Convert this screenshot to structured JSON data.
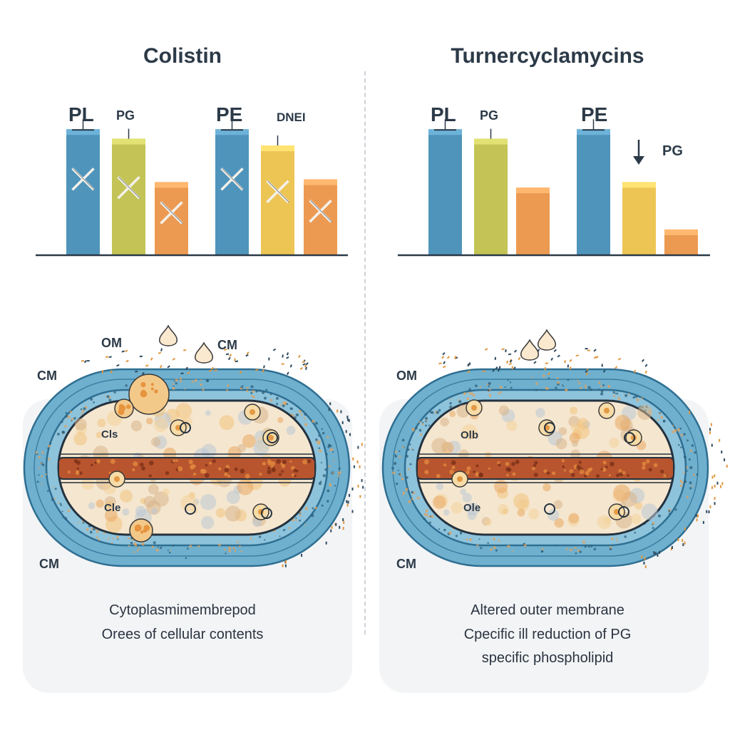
{
  "colors": {
    "blue": "#4f94bb",
    "green": "#c3c455",
    "orange": "#ec9a52",
    "yellow": "#edc555",
    "membrane": "#6fb0cf",
    "cytoplasm": "#f5e6cf",
    "band": "#b8552e"
  },
  "left": {
    "title": "Colistin",
    "chart_data": {
      "type": "bar",
      "labels": [
        "PL",
        "PG",
        "PE",
        "DNEI"
      ],
      "marks": "x-on-bars",
      "bars": [
        {
          "color": "blue",
          "value": 0.93,
          "crossed": true
        },
        {
          "color": "green",
          "value": 0.86,
          "crossed": true
        },
        {
          "color": "orange",
          "value": 0.54,
          "crossed": true
        },
        {
          "color": "blue",
          "value": 0.93,
          "crossed": true
        },
        {
          "color": "yellow",
          "value": 0.81,
          "crossed": true
        },
        {
          "color": "orange",
          "value": 0.56,
          "crossed": true
        }
      ]
    },
    "cell": {
      "label_om": "OM",
      "label_cm_top": "CM",
      "label_cm_right": "CM",
      "label_cm_bottom": "CM",
      "inner_label_1": "Cls",
      "inner_label_2": "Cle"
    },
    "caption": [
      "Cytoplasmimembrepod",
      "Orees of cellular contents"
    ]
  },
  "right": {
    "title": "Turnercyclamycins",
    "chart_data": {
      "type": "bar",
      "labels": [
        "PL",
        "PG",
        "PE",
        "PG"
      ],
      "arrow": "down",
      "bars": [
        {
          "color": "blue",
          "value": 0.93,
          "crossed": false
        },
        {
          "color": "green",
          "value": 0.86,
          "crossed": false
        },
        {
          "color": "orange",
          "value": 0.5,
          "crossed": false
        },
        {
          "color": "blue",
          "value": 0.93,
          "crossed": false
        },
        {
          "color": "yellow",
          "value": 0.54,
          "crossed": false
        },
        {
          "color": "orange",
          "value": 0.19,
          "crossed": false
        }
      ]
    },
    "cell": {
      "label_om": "OM",
      "label_cm_bottom": "CM",
      "inner_label_1": "Olb",
      "inner_label_2": "Ole"
    },
    "caption": [
      "Altered outer membrane",
      "Cpecific ill reduction of PG",
      "specific phospholipid"
    ]
  }
}
